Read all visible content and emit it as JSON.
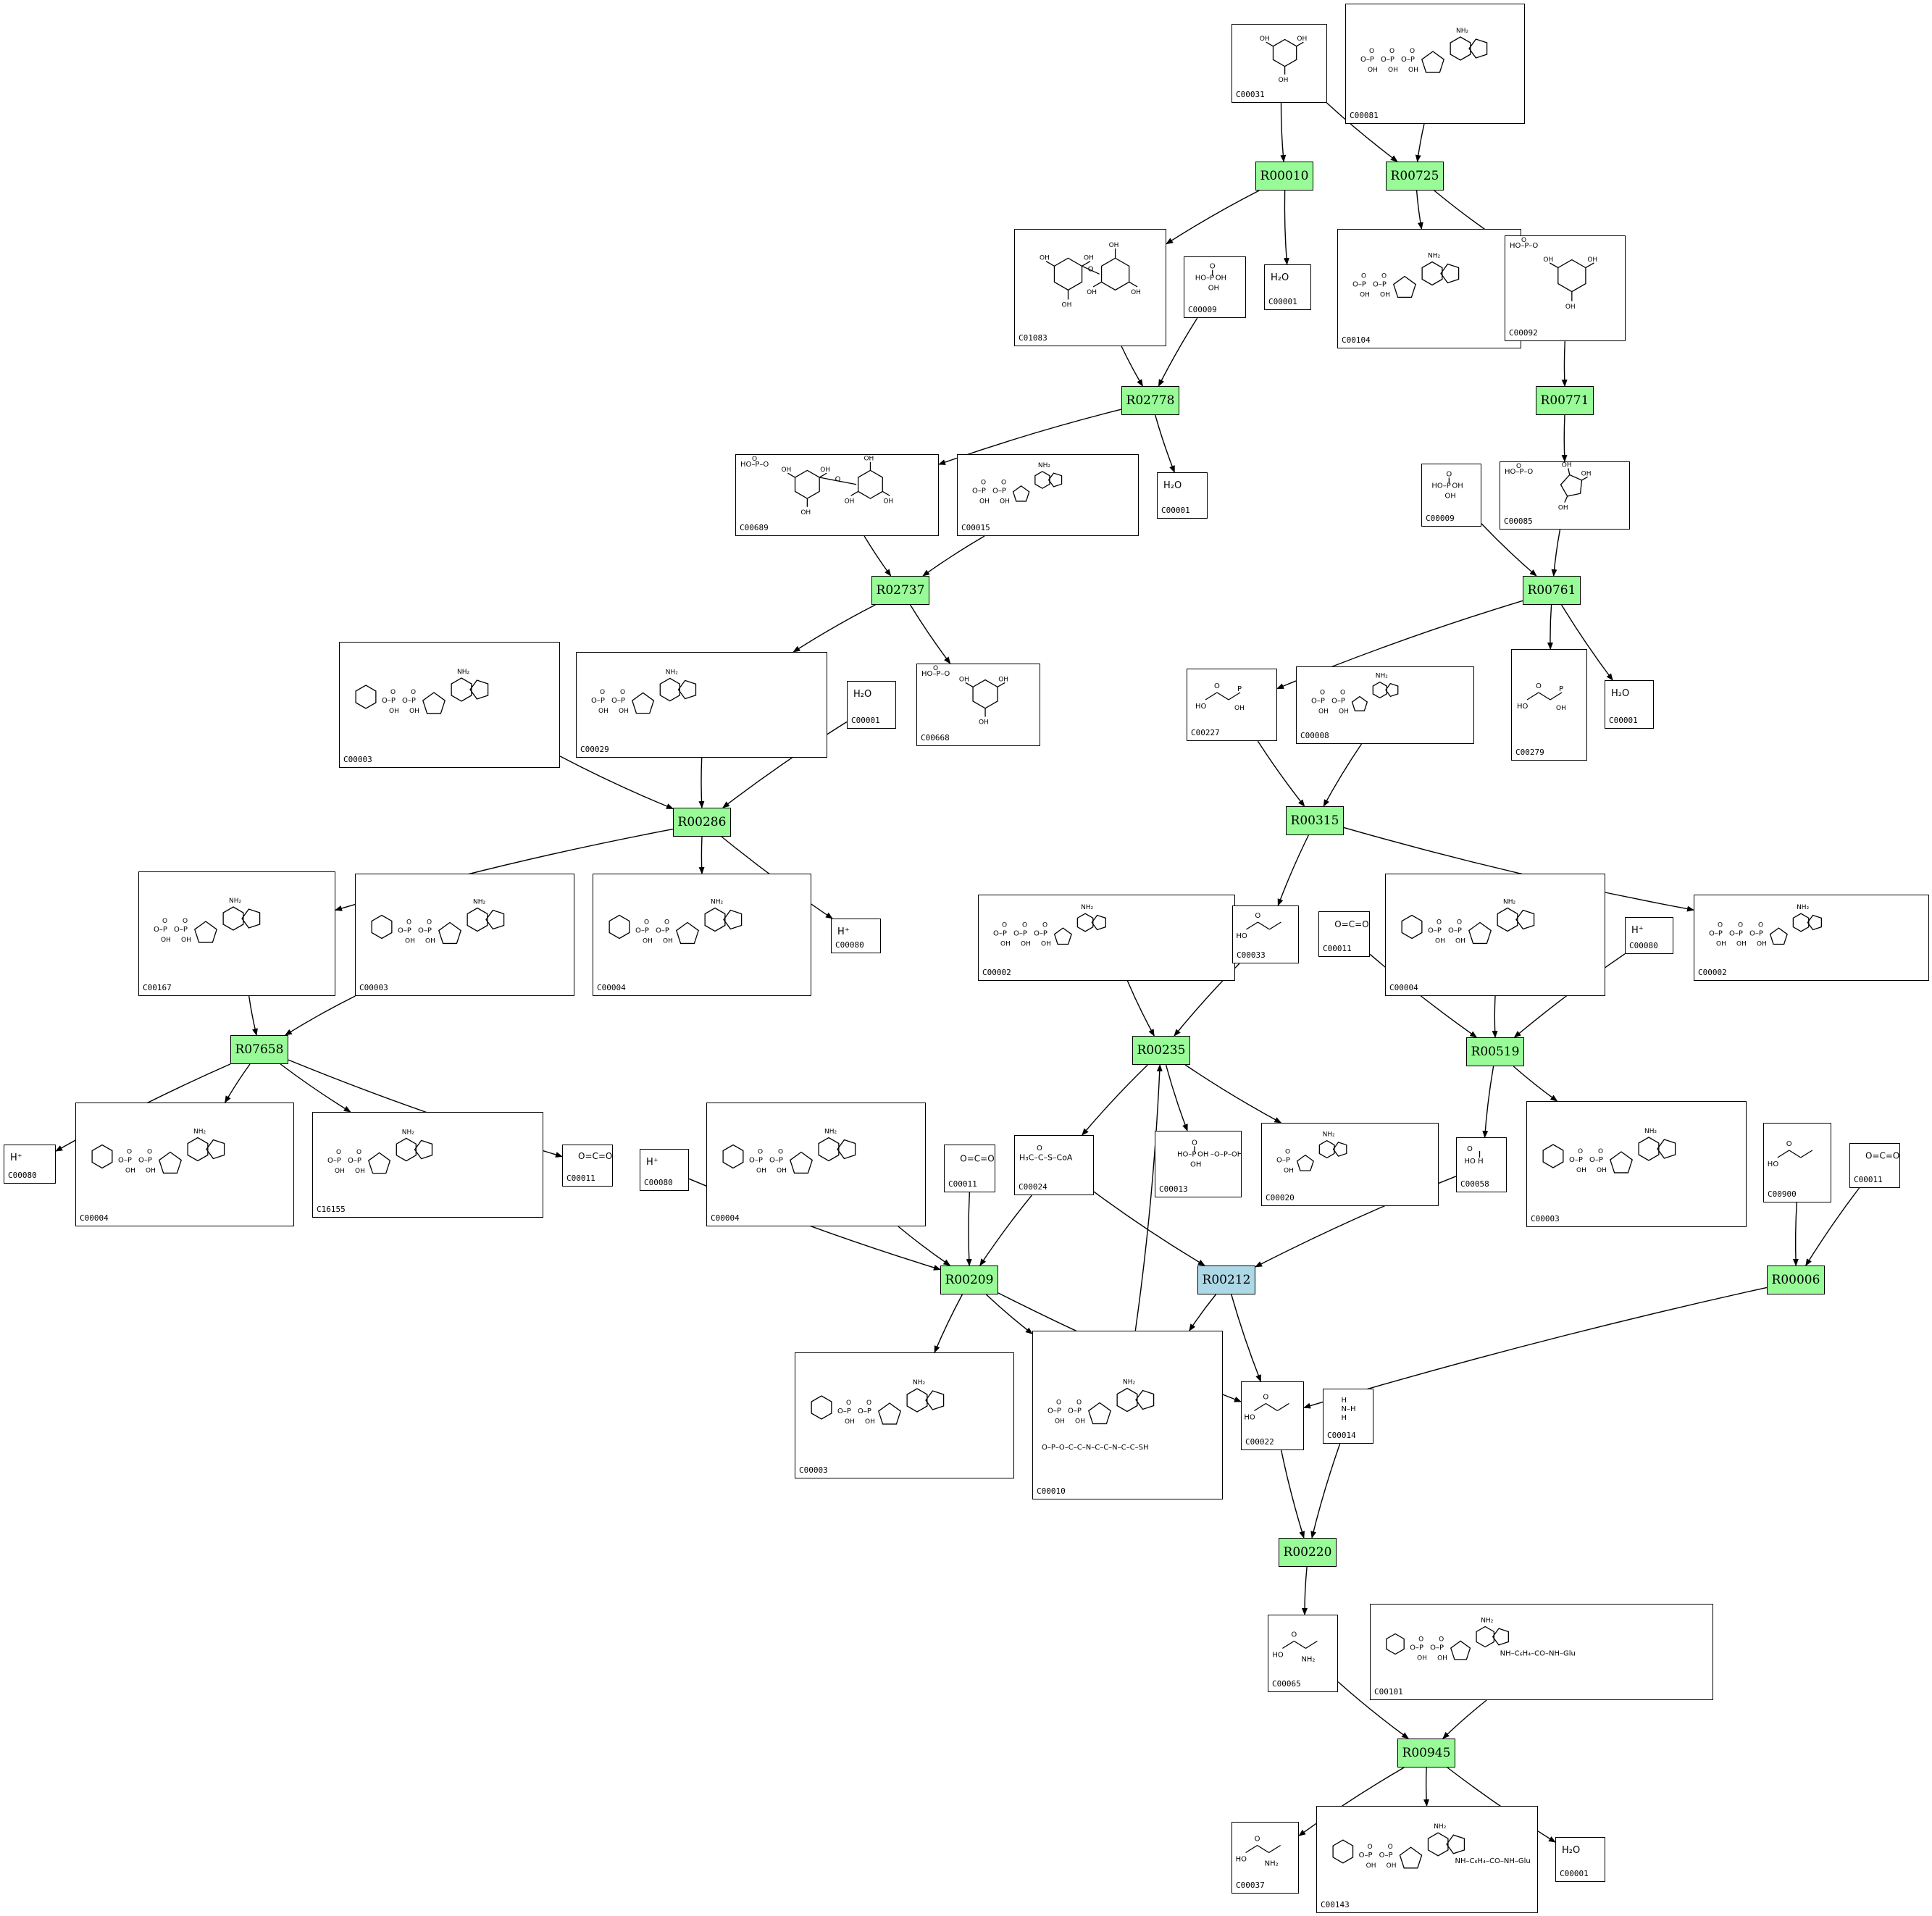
{
  "reactions": [
    {
      "id": "R00010",
      "label": "R00010",
      "kind": "green"
    },
    {
      "id": "R00725",
      "label": "R00725",
      "kind": "green"
    },
    {
      "id": "R02778",
      "label": "R02778",
      "kind": "green"
    },
    {
      "id": "R00771",
      "label": "R00771",
      "kind": "green"
    },
    {
      "id": "R02737",
      "label": "R02737",
      "kind": "green"
    },
    {
      "id": "R00761",
      "label": "R00761",
      "kind": "green"
    },
    {
      "id": "R00286",
      "label": "R00286",
      "kind": "green"
    },
    {
      "id": "R00315",
      "label": "R00315",
      "kind": "green"
    },
    {
      "id": "R07658",
      "label": "R07658",
      "kind": "green"
    },
    {
      "id": "R00235",
      "label": "R00235",
      "kind": "green"
    },
    {
      "id": "R00519",
      "label": "R00519",
      "kind": "green"
    },
    {
      "id": "R00209",
      "label": "R00209",
      "kind": "green"
    },
    {
      "id": "R00212",
      "label": "R00212",
      "kind": "blue"
    },
    {
      "id": "R00006",
      "label": "R00006",
      "kind": "green"
    },
    {
      "id": "R00220",
      "label": "R00220",
      "kind": "green"
    },
    {
      "id": "R00945",
      "label": "R00945",
      "kind": "green"
    }
  ],
  "compounds": [
    {
      "id": "n01",
      "label": "C00031",
      "structure": "hexose-ring"
    },
    {
      "id": "n02",
      "label": "C00081",
      "structure": "nucleotide-triphosphate"
    },
    {
      "id": "n03",
      "label": "C01083",
      "structure": "disaccharide"
    },
    {
      "id": "n04",
      "label": "C00009",
      "structure": "phosphate"
    },
    {
      "id": "n05",
      "label": "C00001",
      "formula": "H₂O"
    },
    {
      "id": "n06",
      "label": "C00104",
      "structure": "nucleotide-diphosphate"
    },
    {
      "id": "n07",
      "label": "C00092",
      "structure": "sugar-phosphate"
    },
    {
      "id": "n08",
      "label": "C00689",
      "structure": "disaccharide-phosphate"
    },
    {
      "id": "n09",
      "label": "C00015",
      "structure": "nucleotide-diphosphate"
    },
    {
      "id": "n10",
      "label": "C00001",
      "formula": "H₂O"
    },
    {
      "id": "n11",
      "label": "C00009",
      "structure": "phosphate"
    },
    {
      "id": "n12",
      "label": "C00085",
      "structure": "furanose-phosphate"
    },
    {
      "id": "n13",
      "label": "C00003",
      "structure": "dinucleotide"
    },
    {
      "id": "n14",
      "label": "C00029",
      "structure": "sugar-nucleotide"
    },
    {
      "id": "n15",
      "label": "C00001",
      "formula": "H₂O"
    },
    {
      "id": "n16",
      "label": "C00668",
      "structure": "sugar-phosphate"
    },
    {
      "id": "n17",
      "label": "C00227",
      "structure": "acyl-phosphate"
    },
    {
      "id": "n18",
      "label": "C00008",
      "structure": "nucleotide-diphosphate"
    },
    {
      "id": "n19",
      "label": "C00279",
      "structure": "chain-phosphate"
    },
    {
      "id": "n20",
      "label": "C00001",
      "formula": "H₂O"
    },
    {
      "id": "n21",
      "label": "C00167",
      "structure": "sugar-nucleotide"
    },
    {
      "id": "n22",
      "label": "C00003",
      "structure": "dinucleotide"
    },
    {
      "id": "n23",
      "label": "C00004",
      "structure": "dinucleotide"
    },
    {
      "id": "n24",
      "label": "C00080",
      "formula": "H⁺"
    },
    {
      "id": "n25",
      "label": "C00002",
      "structure": "nucleotide-triphosphate"
    },
    {
      "id": "n26",
      "label": "C00033",
      "structure": "small-acid"
    },
    {
      "id": "n27",
      "label": "C00011",
      "structure": "co2"
    },
    {
      "id": "n28",
      "label": "C00004",
      "structure": "dinucleotide"
    },
    {
      "id": "n29",
      "label": "C00080",
      "formula": "H⁺"
    },
    {
      "id": "n30",
      "label": "C00002",
      "structure": "nucleotide-triphosphate"
    },
    {
      "id": "n31",
      "label": "C00080",
      "formula": "H⁺"
    },
    {
      "id": "n32",
      "label": "C00004",
      "structure": "dinucleotide"
    },
    {
      "id": "n33",
      "label": "C16155",
      "structure": "sugar-nucleotide"
    },
    {
      "id": "n34",
      "label": "C00011",
      "structure": "co2"
    },
    {
      "id": "n35",
      "label": "C00080",
      "formula": "H⁺"
    },
    {
      "id": "n36",
      "label": "C00004",
      "structure": "dinucleotide"
    },
    {
      "id": "n37",
      "label": "C00011",
      "structure": "co2"
    },
    {
      "id": "n38",
      "label": "C00024",
      "structure": "acyl-coa"
    },
    {
      "id": "n39",
      "label": "C00013",
      "structure": "diphosphate"
    },
    {
      "id": "n40",
      "label": "C00020",
      "structure": "nucleotide-monophosphate"
    },
    {
      "id": "n41",
      "label": "C00058",
      "structure": "formate"
    },
    {
      "id": "n42",
      "label": "C00003",
      "structure": "dinucleotide"
    },
    {
      "id": "n43",
      "label": "C00900",
      "structure": "small-acid"
    },
    {
      "id": "n44",
      "label": "C00011",
      "structure": "co2"
    },
    {
      "id": "n45",
      "label": "C00003",
      "structure": "dinucleotide"
    },
    {
      "id": "n46",
      "label": "C00010",
      "structure": "coenzyme-a"
    },
    {
      "id": "n47",
      "label": "C00022",
      "structure": "small-acid"
    },
    {
      "id": "n48",
      "label": "C00014",
      "structure": "ammonia"
    },
    {
      "id": "n49",
      "label": "C00065",
      "structure": "amino-acid"
    },
    {
      "id": "n50",
      "label": "C00101",
      "structure": "folate"
    },
    {
      "id": "n51",
      "label": "C00037",
      "structure": "amino-acid"
    },
    {
      "id": "n52",
      "label": "C00143",
      "structure": "folate"
    },
    {
      "id": "n53",
      "label": "C00001",
      "formula": "H₂O"
    }
  ],
  "edges": [
    [
      "n01",
      "R00010"
    ],
    [
      "n01",
      "R00725"
    ],
    [
      "n02",
      "R00725"
    ],
    [
      "R00010",
      "n03"
    ],
    [
      "R00010",
      "n05"
    ],
    [
      "R00725",
      "n06"
    ],
    [
      "R00725",
      "n07"
    ],
    [
      "n03",
      "R02778"
    ],
    [
      "n04",
      "R02778"
    ],
    [
      "n07",
      "R00771"
    ],
    [
      "R02778",
      "n08"
    ],
    [
      "R02778",
      "n10"
    ],
    [
      "R00771",
      "n12"
    ],
    [
      "n08",
      "R02737"
    ],
    [
      "n09",
      "R02737"
    ],
    [
      "n11",
      "R00761"
    ],
    [
      "n12",
      "R00761"
    ],
    [
      "R02737",
      "n14"
    ],
    [
      "R02737",
      "n16"
    ],
    [
      "R00761",
      "n17"
    ],
    [
      "R00761",
      "n19"
    ],
    [
      "R00761",
      "n20"
    ],
    [
      "n13",
      "R00286"
    ],
    [
      "n14",
      "R00286"
    ],
    [
      "n15",
      "R00286"
    ],
    [
      "n17",
      "R00315"
    ],
    [
      "n18",
      "R00315"
    ],
    [
      "R00286",
      "n21"
    ],
    [
      "R00286",
      "n23"
    ],
    [
      "R00286",
      "n24"
    ],
    [
      "R00315",
      "n26"
    ],
    [
      "R00315",
      "n30"
    ],
    [
      "n21",
      "R07658"
    ],
    [
      "n22",
      "R07658"
    ],
    [
      "n25",
      "R00235"
    ],
    [
      "n26",
      "R00235"
    ],
    [
      "n46",
      "R00235"
    ],
    [
      "n27",
      "R00519"
    ],
    [
      "n28",
      "R00519"
    ],
    [
      "n29",
      "R00519"
    ],
    [
      "R07658",
      "n31"
    ],
    [
      "R07658",
      "n32"
    ],
    [
      "R07658",
      "n33"
    ],
    [
      "R07658",
      "n34"
    ],
    [
      "R00235",
      "n38"
    ],
    [
      "R00235",
      "n39"
    ],
    [
      "R00235",
      "n40"
    ],
    [
      "R00519",
      "n41"
    ],
    [
      "R00519",
      "n42"
    ],
    [
      "n35",
      "R00209"
    ],
    [
      "n36",
      "R00209"
    ],
    [
      "n37",
      "R00209"
    ],
    [
      "n38",
      "R00209"
    ],
    [
      "n38",
      "R00212"
    ],
    [
      "n41",
      "R00212"
    ],
    [
      "n43",
      "R00006"
    ],
    [
      "n44",
      "R00006"
    ],
    [
      "R00209",
      "n45"
    ],
    [
      "R00209",
      "n46"
    ],
    [
      "R00209",
      "n47"
    ],
    [
      "R00212",
      "n46"
    ],
    [
      "R00212",
      "n47"
    ],
    [
      "R00006",
      "n47"
    ],
    [
      "n47",
      "R00220"
    ],
    [
      "n48",
      "R00220"
    ],
    [
      "R00220",
      "n49"
    ],
    [
      "n49",
      "R00945"
    ],
    [
      "n50",
      "R00945"
    ],
    [
      "R00945",
      "n51"
    ],
    [
      "R00945",
      "n52"
    ],
    [
      "R00945",
      "n53"
    ]
  ]
}
